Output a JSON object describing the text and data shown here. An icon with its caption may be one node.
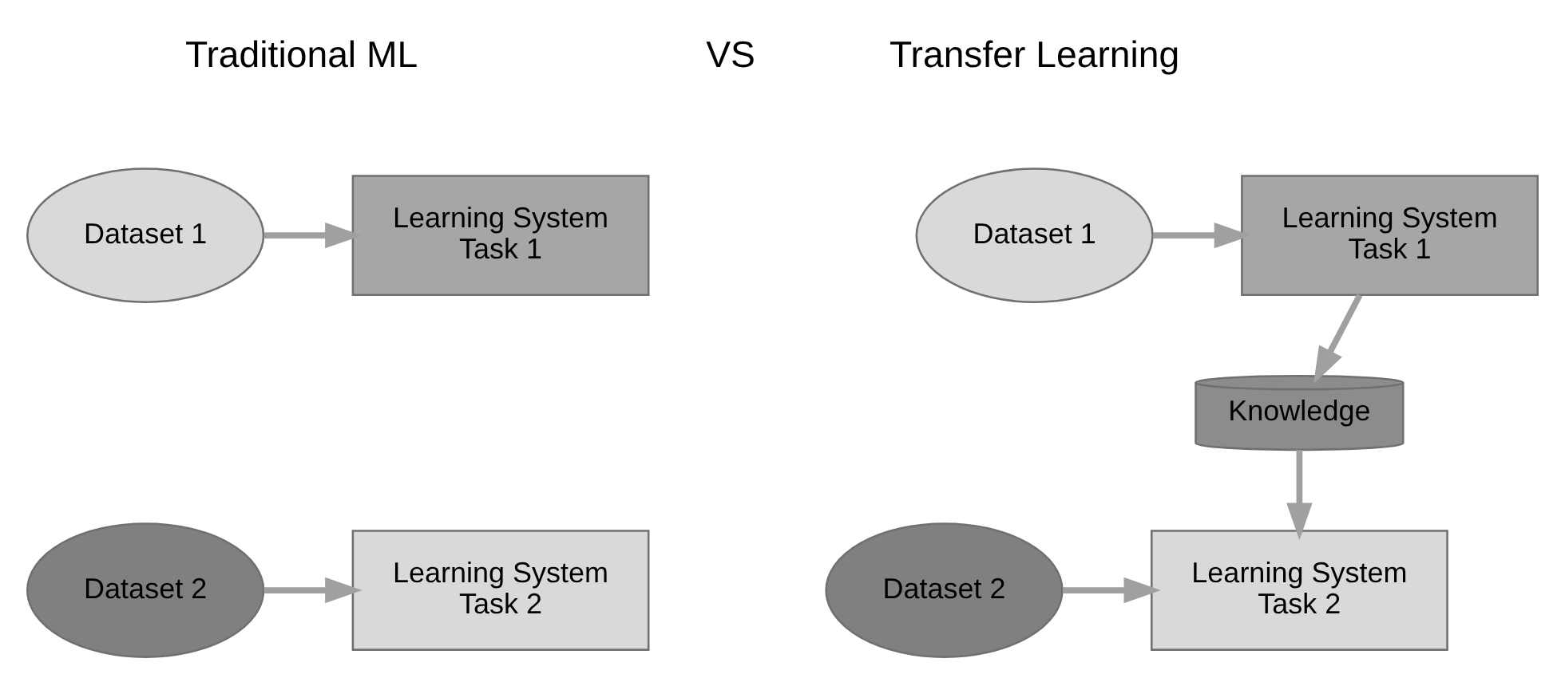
{
  "diagram": {
    "nodes": [
      {
        "text": [
          "Dataset 1"
        ]
      },
      {
        "text": [
          "Learning System Task 1"
        ]
      },
      {
        "text": [
          "Dataset 2"
        ]
      },
      {
        "text": [
          "Learning System Task 2"
        ]
      },
      {
        "text": [
          "Dataset 1"
        ]
      },
      {
        "text": [
          "Learning System Task 1"
        ]
      },
      {
        "text": [
          "Knowledge"
        ]
      },
      {
        "text": [
          "Dataset 2"
        ]
      },
      {
        "text": [
          "Learning System Task 2"
        ]
      }
    ],
    "edges": [
      {
        "from": 0,
        "to": 1,
        "arrow": "to"
      },
      {
        "from": 2,
        "to": 3,
        "arrow": "to"
      },
      {
        "from": 4,
        "to": 5,
        "arrow": "to"
      },
      {
        "from": 5,
        "to": 6,
        "arrow": "to"
      },
      {
        "from": 6,
        "to": 8,
        "arrow": "to"
      },
      {
        "from": 7,
        "to": 8,
        "arrow": "to"
      }
    ],
    "labels": [
      "Traditional ML",
      "VS",
      "Transfer Learning"
    ]
  }
}
